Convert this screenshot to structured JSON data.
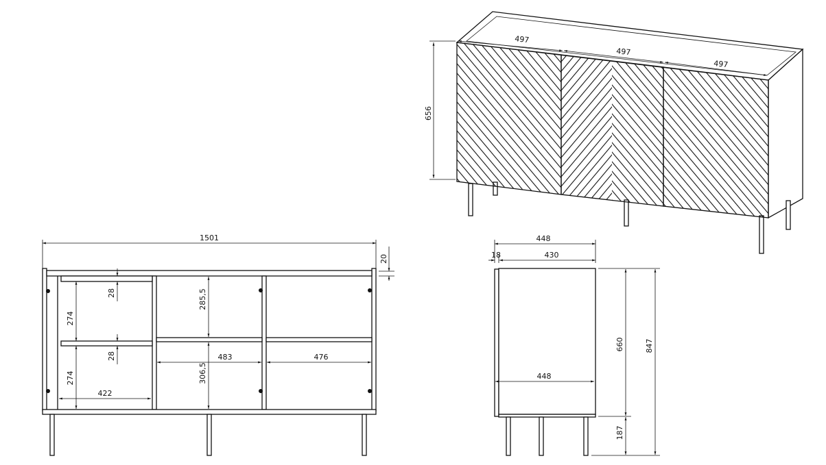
{
  "perspective_view": {
    "door_widths": [
      "497",
      "497",
      "497"
    ],
    "height": "656"
  },
  "front_view": {
    "total_width": "1501",
    "top_thickness": "20",
    "left_shelf_gap_top": "28",
    "left_upper_height": "274",
    "left_shelf_gap_mid": "28",
    "left_lower_height": "274",
    "left_inner_width": "422",
    "middle_upper_height": "285,5",
    "middle_lower_height": "306,5",
    "middle_inner_width": "483",
    "right_inner_width": "476"
  },
  "side_view": {
    "total_depth": "448",
    "body_depth": "430",
    "door_thickness": "18",
    "inner_depth": "448",
    "body_height": "660",
    "total_height": "847",
    "leg_height": "187"
  }
}
